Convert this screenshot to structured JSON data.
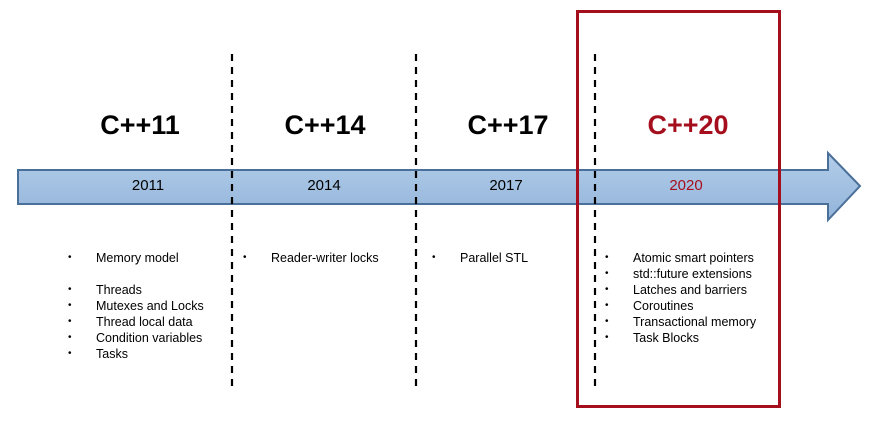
{
  "timeline": {
    "columns": [
      {
        "version": "C++11",
        "year": "2011",
        "highlight": false,
        "features": [
          "Memory model",
          "Threads",
          "Mutexes and Locks",
          "Thread  local data",
          "Condition  variables",
          "Tasks"
        ]
      },
      {
        "version": "C++14",
        "year": "2014",
        "highlight": false,
        "features": [
          "Reader-writer  locks"
        ]
      },
      {
        "version": "C++17",
        "year": "2017",
        "highlight": false,
        "features": [
          "Parallel STL"
        ]
      },
      {
        "version": "C++20",
        "year": "2020",
        "highlight": true,
        "features": [
          "Atomic smart pointers",
          "std::future extensions",
          "Latches and barriers",
          "Coroutines",
          "Transactional memory",
          "Task Blocks"
        ]
      }
    ]
  },
  "colors": {
    "arrow_fill": "#9dbde0",
    "arrow_stroke": "#4a6f98",
    "highlight": "#a50f1d",
    "divider": "#000000",
    "text": "#000000"
  }
}
